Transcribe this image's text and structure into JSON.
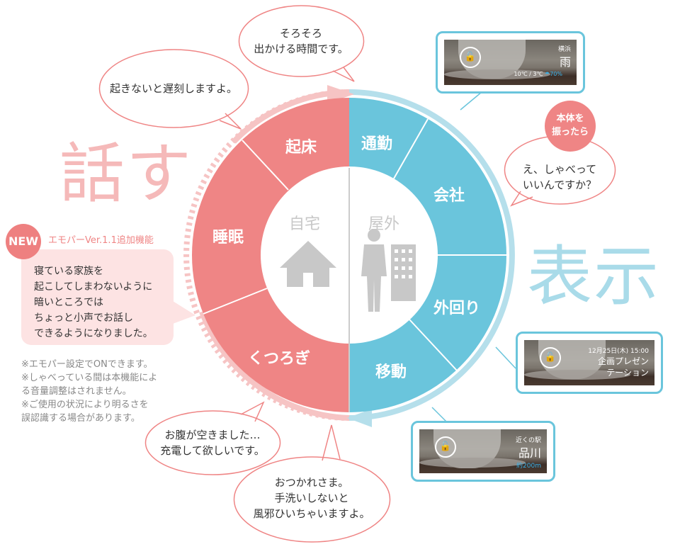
{
  "headings": {
    "speak": "話す",
    "display": "表示"
  },
  "wheel": {
    "home_label": "自宅",
    "outside_label": "屋外",
    "home_segments": [
      "起床",
      "睡眠",
      "くつろぎ"
    ],
    "outside_segments": [
      "通勤",
      "会社",
      "外回り",
      "移動"
    ]
  },
  "speech": {
    "wake": "起きないと遅刻しますよ。",
    "leave_l1": "そろそろ",
    "leave_l2": "出かける時間です。",
    "shake_badge_l1": "本体を",
    "shake_badge_l2": "振ったら",
    "shake_l1": "え、しゃべって",
    "shake_l2": "いいんですか？",
    "hungry_l1": "お腹が空きました…",
    "hungry_l2": "充電して欲しいです。",
    "home_l1": "おつかれさま。",
    "home_l2": "手洗いしないと",
    "home_l3": "風邪ひいちゃいますよ。"
  },
  "screens": {
    "weather": {
      "city": "横浜",
      "condition": "雨",
      "temps": "10℃ / 3℃",
      "rain": "☂70%"
    },
    "schedule": {
      "datetime": "12月25日(木) 15:00",
      "title_l1": "企画プレゼン",
      "title_l2": "テーション"
    },
    "station": {
      "label": "近くの駅",
      "name": "品川",
      "distance": "約200m"
    }
  },
  "new_feature": {
    "badge": "NEW",
    "title": "エモパーVer.1.1追加機能",
    "body": [
      "寝ている家族を",
      "起こしてしまわないように",
      "暗いところでは",
      "ちょっと小声でお話し",
      "できるようになりました。"
    ],
    "notes": [
      "※エモパー設定でONできます。",
      "※しゃべっている間は本機能によ",
      "る音量調整はされません。",
      "※ご使用の状況により明るさを",
      "誤認識する場合があります。"
    ]
  },
  "colors": {
    "pink": "#ef8585",
    "blue": "#6ac5dc",
    "pink_light": "#f6c4c4",
    "blue_light": "#b5dfeb"
  }
}
